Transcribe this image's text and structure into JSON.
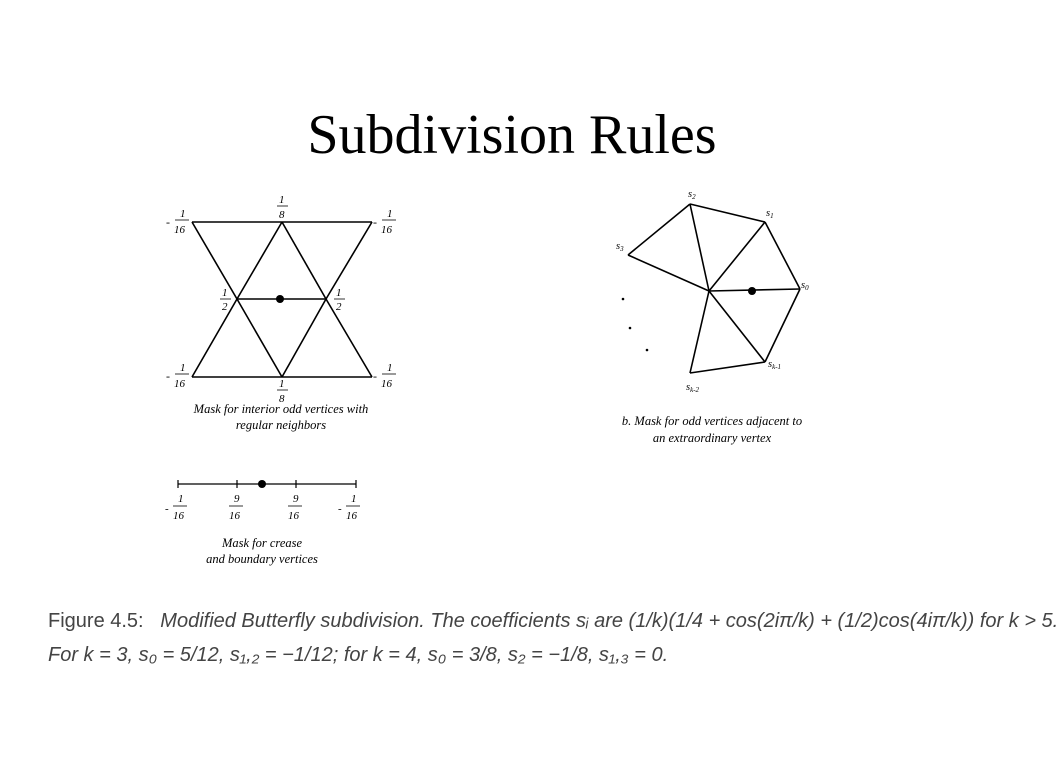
{
  "title": "Subdivision Rules",
  "mask_a": {
    "corner_weight": "1",
    "corner_den": "16",
    "top_bottom_num": "1",
    "top_bottom_den": "8",
    "middle_num": "1",
    "middle_den": "2",
    "caption_line1": "Mask for interior odd vertices with",
    "caption_line2": "regular neighbors"
  },
  "mask_b": {
    "labels": {
      "s0": "s",
      "s0_sub": "0",
      "s1": "s",
      "s1_sub": "1",
      "s2": "s",
      "s2_sub": "2",
      "s3": "s",
      "s3_sub": "3",
      "sk1": "s",
      "sk1_sub": "k-1",
      "sk2": "s",
      "sk2_sub": "k-2"
    },
    "caption_line1": "b.  Mask for  odd vertices adjacent to",
    "caption_line2": "an extraordinary vertex"
  },
  "mask_c": {
    "weights": [
      {
        "sign": "-",
        "num": "1",
        "den": "16"
      },
      {
        "sign": "",
        "num": "9",
        "den": "16"
      },
      {
        "sign": "",
        "num": "9",
        "den": "16"
      },
      {
        "sign": "-",
        "num": "1",
        "den": "16"
      }
    ],
    "caption_line1": "Mask for  crease",
    "caption_line2": "and boundary vertices"
  },
  "figure_caption": {
    "label": "Figure 4.5:",
    "line1": "Modified Butterfly subdivision.  The coefficients sᵢ are (1/k)(1/4 + cos(2iπ/k) + (1/2)cos(4iπ/k)) for k > 5.",
    "line2": "For k = 3, s₀ = 5/12, s₁,₂ = −1/12; for k = 4, s₀ = 3/8, s₂ = −1/8, s₁,₃ = 0."
  }
}
